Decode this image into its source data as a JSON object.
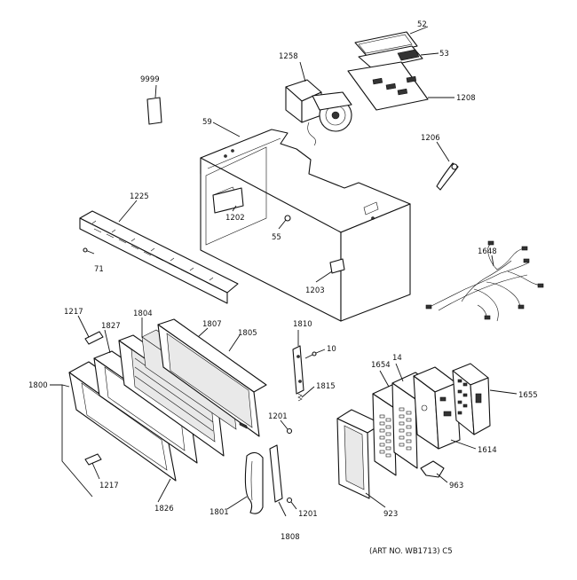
{
  "diagram": {
    "labels": {
      "l52": "52",
      "l53": "53",
      "l1258": "1258",
      "l1208": "1208",
      "l9999": "9999",
      "l59": "59",
      "l1206": "1206",
      "l1225": "1225",
      "l1202": "1202",
      "l55": "55",
      "l71": "71",
      "l1648": "1648",
      "l1203": "1203",
      "l1217a": "1217",
      "l1827": "1827",
      "l1804": "1804",
      "l1807": "1807",
      "l1805": "1805",
      "l1810": "1810",
      "l10": "10",
      "l1654": "1654",
      "l14": "14",
      "l1655": "1655",
      "l1800": "1800",
      "l1815": "1815",
      "l1201a": "1201",
      "l1614": "1614",
      "l963": "963",
      "l1217b": "1217",
      "l1826": "1826",
      "l1801": "1801",
      "l1201b": "1201",
      "l923": "923",
      "l1808": "1808"
    },
    "art_number": "(ART NO. WB1713) C5"
  }
}
